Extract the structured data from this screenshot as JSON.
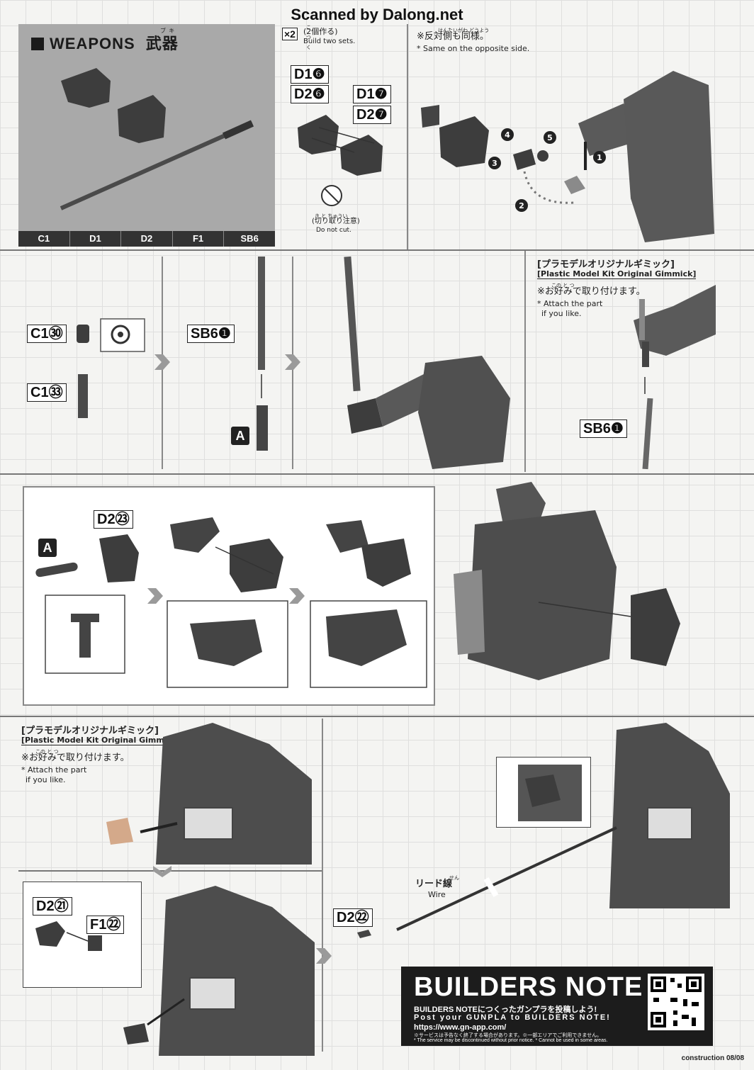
{
  "scanner_credit": "Scanned by Dalong.net",
  "weapons": {
    "title_en": "WEAPONS",
    "title_jp": "武器",
    "title_ruby": "ブ キ",
    "runners": [
      "C1",
      "D1",
      "D2",
      "F1",
      "SB6"
    ]
  },
  "step_two_sets": {
    "multiplier": "×2",
    "jp": "(2個作る)",
    "ruby": "こ つく",
    "en": "Build two sets.",
    "parts": [
      "D1❻",
      "D2❻",
      "D1❼",
      "D2❼"
    ],
    "no_cut_jp": "(切り取り注意)",
    "no_cut_ruby": "き と ちゅうい",
    "no_cut_en": "Do not cut."
  },
  "step_opposite": {
    "ruby": "はんたいがわ どうよう",
    "jp": "※反対側も同様。",
    "en": "* Same on the opposite side.",
    "numbers": [
      "1",
      "2",
      "3",
      "4",
      "5"
    ]
  },
  "row2": {
    "parts": [
      "C1㉚",
      "C1㉝",
      "SB6❶",
      "SB6❶"
    ],
    "tag": "A",
    "gimmick_jp": "[プラモデルオリジナルギミック]",
    "gimmick_en": "[Plastic Model Kit Original Gimmick]",
    "attach_jp": "※お好みで取り付けます。",
    "attach_ruby": "この と つ",
    "attach_en_1": "* Attach the part",
    "attach_en_2": "if you like."
  },
  "row3": {
    "part": "D2㉓",
    "tag": "A"
  },
  "row4": {
    "gimmick_jp": "[プラモデルオリジナルギミック]",
    "gimmick_en": "[Plastic Model Kit Original Gimmick]",
    "attach_jp": "※お好みで取り付けます。",
    "attach_ruby": "この と つ",
    "attach_en_1": "* Attach the part",
    "attach_en_2": "if you like.",
    "parts": [
      "D2㉑",
      "F1㉒",
      "D2㉒"
    ],
    "wire_jp": "リード線",
    "wire_ruby": "せん",
    "wire_en": "Wire"
  },
  "builders_note": {
    "title": "BUILDERS NOTE",
    "line1": "BUILDERS NOTEにつくったガンプラを投稿しよう!",
    "line2": "Post your GUNPLA to BUILDERS NOTE!",
    "url": "https://www.gn-app.com/",
    "disclaimer_jp": "※サービスは予告なく終了する場合があります。※一部エリアでご利用できません。",
    "disclaimer_en": "* The service may be discontinued without prior notice.  * Cannot be used in some areas."
  },
  "footer": "construction 08/08"
}
